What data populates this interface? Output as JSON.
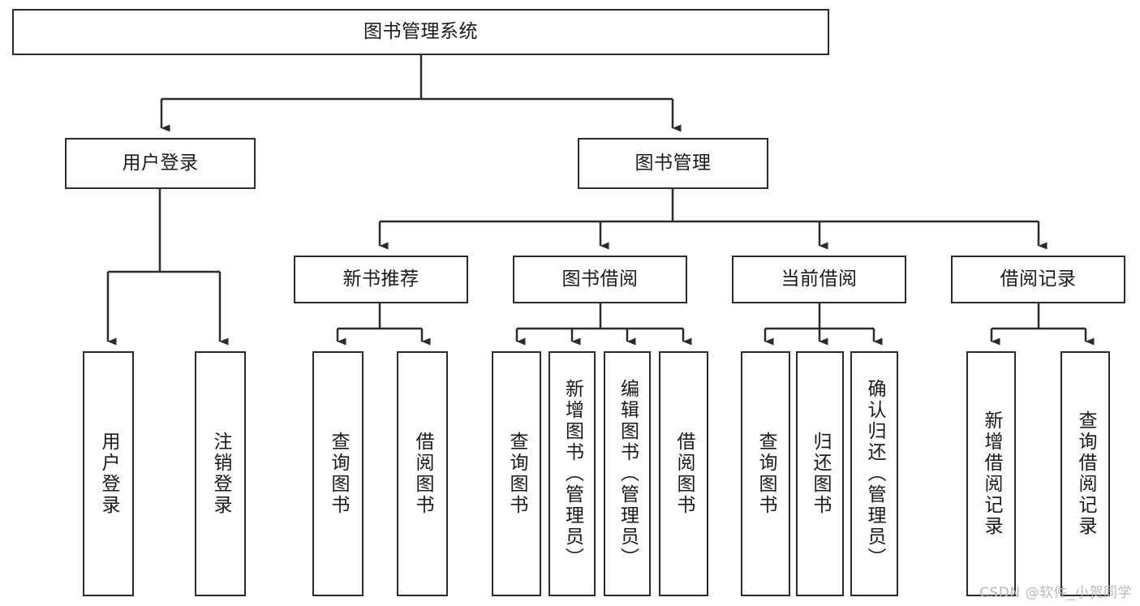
{
  "diagram": {
    "title": "图书管理系统",
    "type": "tree-hierarchy-chart",
    "watermark": "CSDN @软件_小贺同学",
    "line_color": "#2b2b2b",
    "box_fill": "#ffffff",
    "text_color": "#1a1a1a",
    "watermark_color": "#b9b9b9"
  },
  "nodes": {
    "root": {
      "label": "图书管理系统"
    },
    "level1": [
      {
        "label": "用户登录"
      },
      {
        "label": "图书管理"
      }
    ],
    "level2": [
      {
        "label": "新书推荐"
      },
      {
        "label": "图书借阅"
      },
      {
        "label": "当前借阅"
      },
      {
        "label": "借阅记录"
      }
    ],
    "leaves": {
      "user_login": [
        {
          "label": "用户登录"
        },
        {
          "label": "注销登录"
        }
      ],
      "new_book_recommend": [
        {
          "label": "查询图书"
        },
        {
          "label": "借阅图书"
        }
      ],
      "book_borrow": [
        {
          "label": "查询图书"
        },
        {
          "label": "新增图书（管理员）"
        },
        {
          "label": "编辑图书（管理员）"
        },
        {
          "label": "借阅图书"
        }
      ],
      "current_borrow": [
        {
          "label": "查询图书"
        },
        {
          "label": "归还图书"
        },
        {
          "label": "确认归还（管理员）"
        }
      ],
      "borrow_record": [
        {
          "label": "新增借阅记录"
        },
        {
          "label": "查询借阅记录"
        }
      ]
    }
  }
}
